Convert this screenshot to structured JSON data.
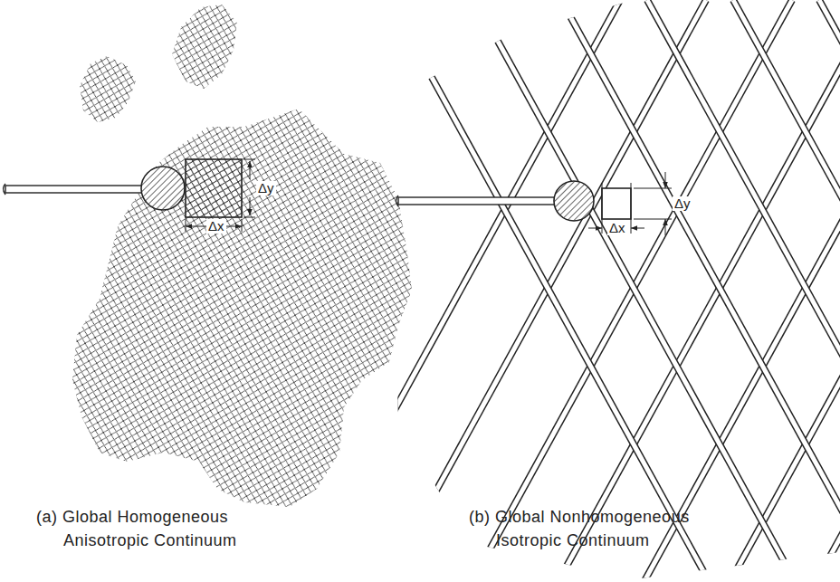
{
  "diagram": {
    "labels": [
      "Δy",
      "Δx",
      "Δy",
      "Δx",
      "(a) Global Homogeneous Anisotropic Continuum",
      "(b) Global Nonhomogeneous Isotropic Continuum"
    ]
  }
}
